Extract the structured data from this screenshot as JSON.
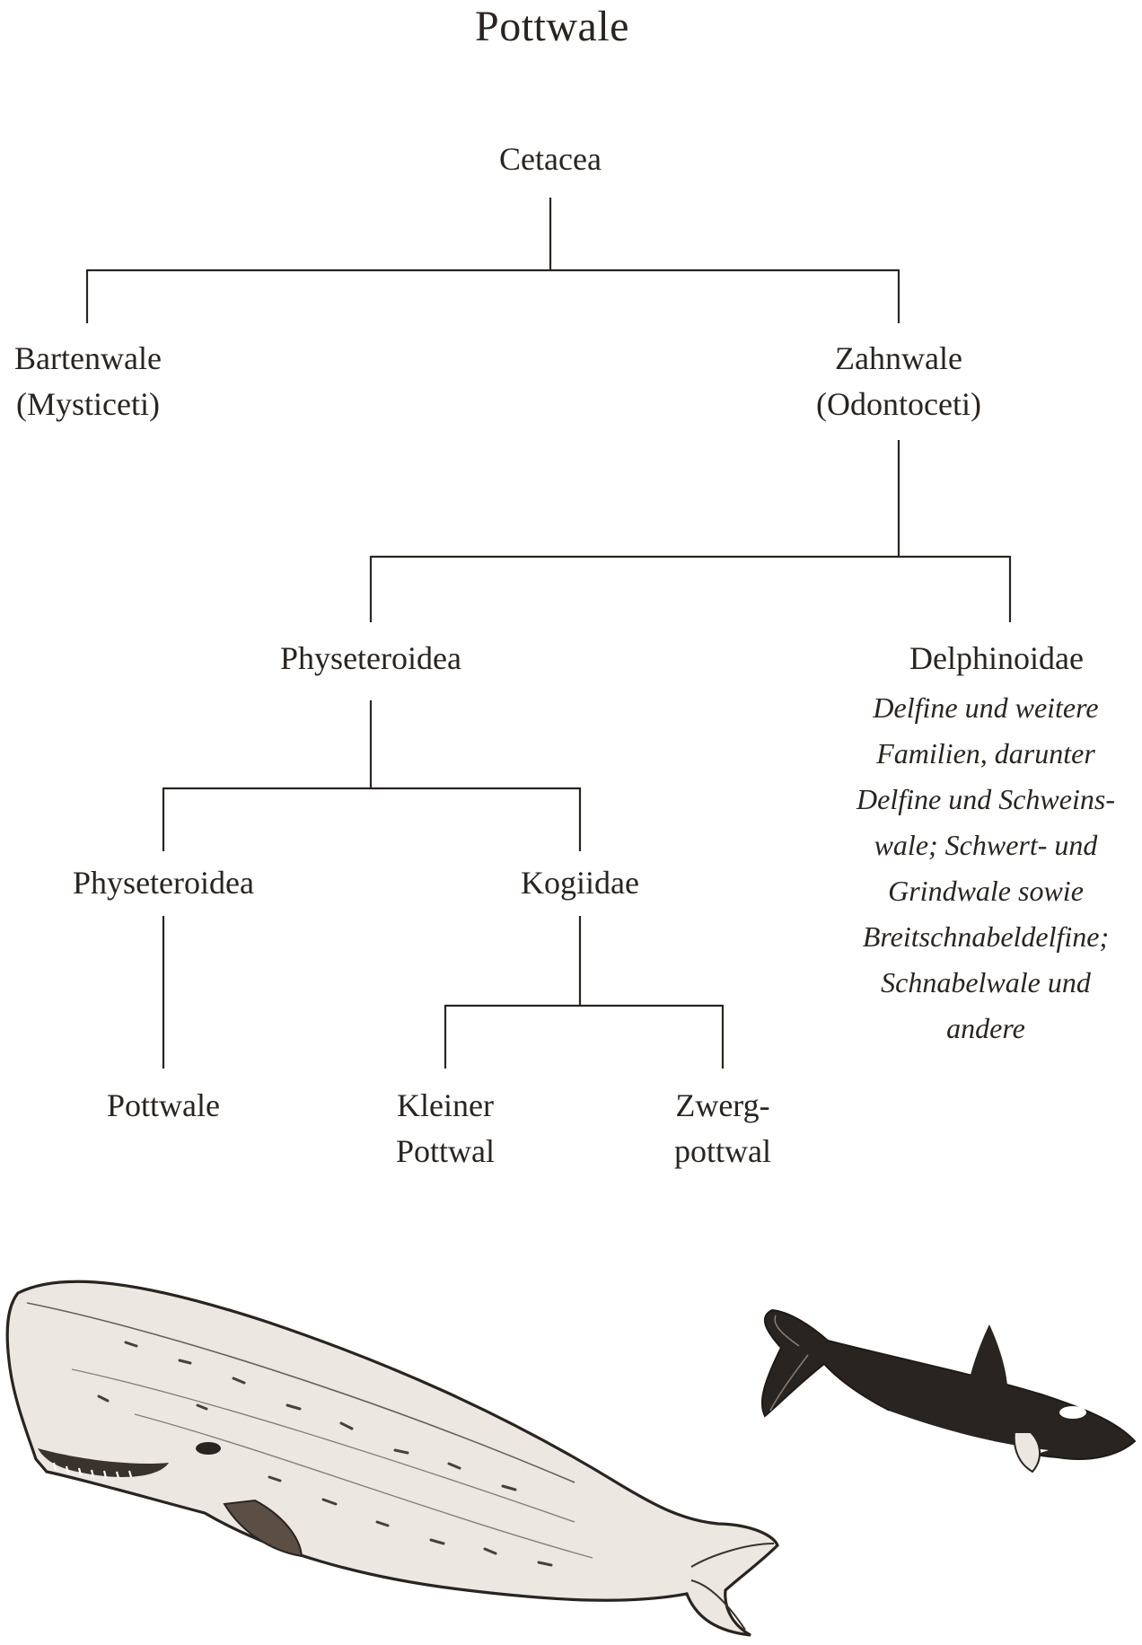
{
  "title": "Pottwale",
  "nodes": {
    "root": "Cetacea",
    "bartenwale": {
      "name": "Bartenwale",
      "latin": "(Mysticeti)"
    },
    "zahnwale": {
      "name": "Zahnwale",
      "latin": "(Odontoceti)"
    },
    "physeteroidea_super": "Physeteroidea",
    "delphinoidae": "Delphinoidae",
    "physeteroidea_family": "Physeteroidea",
    "kogiidae": "Kogiidae",
    "pottwale": "Pottwale",
    "kleiner_pottwal": {
      "line1": "Kleiner",
      "line2": "Pottwal"
    },
    "zwergpottwal": {
      "line1": "Zwerg-",
      "line2": "pottwal"
    }
  },
  "delphinoidae_description": [
    "Delfine und weitere",
    "Familien, darunter",
    "Delfine und Schweins-",
    "wale; Schwert- und",
    "Grindwale sowie",
    "Breitschnabeldelfine;",
    "Schnabelwale und",
    "andere"
  ],
  "illustrations": [
    "sperm-whale-drawing",
    "orca-drawing"
  ]
}
